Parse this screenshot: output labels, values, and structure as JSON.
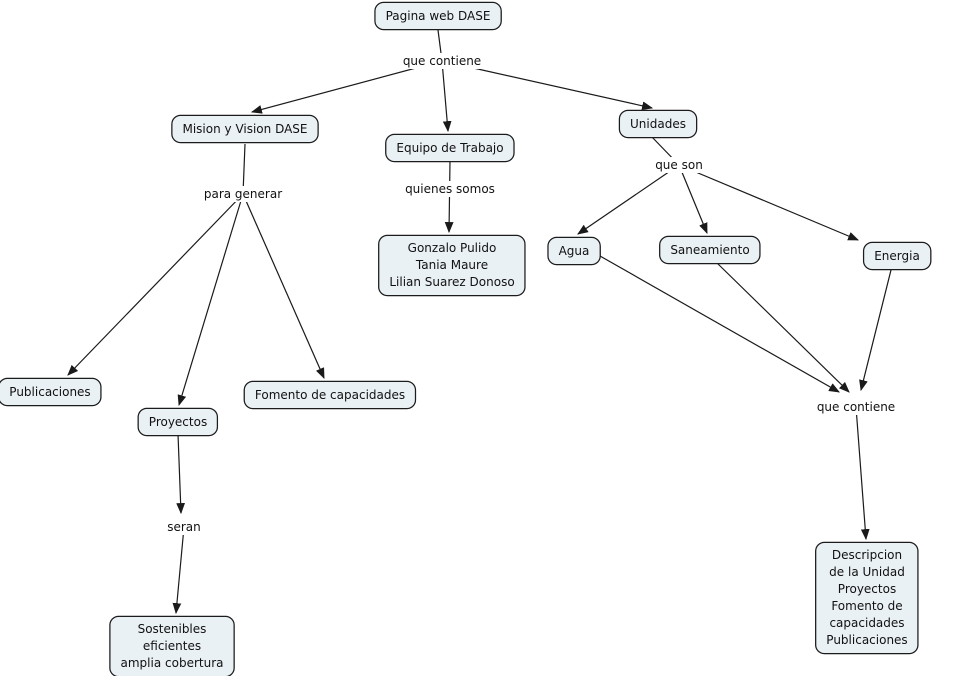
{
  "diagram_type": "concept-map",
  "nodes": {
    "pagina_web": {
      "label": "Pagina web DASE"
    },
    "mision_vision": {
      "label": "Mision y Vision DASE"
    },
    "equipo_trabajo": {
      "label": "Equipo de Trabajo"
    },
    "unidades": {
      "label": "Unidades"
    },
    "equipo_miembros": {
      "label": "Gonzalo Pulido\nTania Maure\nLilian Suarez Donoso"
    },
    "agua": {
      "label": "Agua"
    },
    "saneamiento": {
      "label": "Saneamiento"
    },
    "energia": {
      "label": "Energia"
    },
    "publicaciones": {
      "label": "Publicaciones"
    },
    "proyectos": {
      "label": "Proyectos"
    },
    "fomento_capacidades": {
      "label": "Fomento de capacidades"
    },
    "cualidades_proyectos": {
      "label": "Sostenibles\neficientes\namplia cobertura"
    },
    "contenido_unidad": {
      "label": "Descripcion de la Unidad\nProyectos\nFomento de capacidades\nPublicaciones"
    }
  },
  "link_labels": {
    "que_contiene_top": "que contiene",
    "para_generar": "para generar",
    "quienes_somos": "quienes somos",
    "que_son": "que son",
    "seran": "seran",
    "que_contiene_right": "que contiene"
  },
  "connections": [
    {
      "from": "Pagina web DASE",
      "label": "que contiene",
      "to": [
        "Mision y Vision DASE",
        "Equipo de Trabajo",
        "Unidades"
      ]
    },
    {
      "from": "Mision y Vision DASE",
      "label": "para generar",
      "to": [
        "Publicaciones",
        "Proyectos",
        "Fomento de capacidades"
      ]
    },
    {
      "from": "Equipo de Trabajo",
      "label": "quienes somos",
      "to": [
        "Gonzalo Pulido Tania Maure Lilian Suarez Donoso"
      ]
    },
    {
      "from": "Unidades",
      "label": "que son",
      "to": [
        "Agua",
        "Saneamiento",
        "Energia"
      ]
    },
    {
      "from": "Agua, Saneamiento, Energia",
      "label": "que contiene",
      "to": [
        "Descripcion de la Unidad Proyectos Fomento de capacidades Publicaciones"
      ]
    },
    {
      "from": "Proyectos",
      "label": "seran",
      "to": [
        "Sostenibles eficientes amplia cobertura"
      ]
    }
  ],
  "colors": {
    "node_fill": "#eaf1f5",
    "node_border": "#1c1c1c",
    "line_color": "#1a1a1a",
    "text_color": "#111111",
    "bg": "#ffffff"
  }
}
